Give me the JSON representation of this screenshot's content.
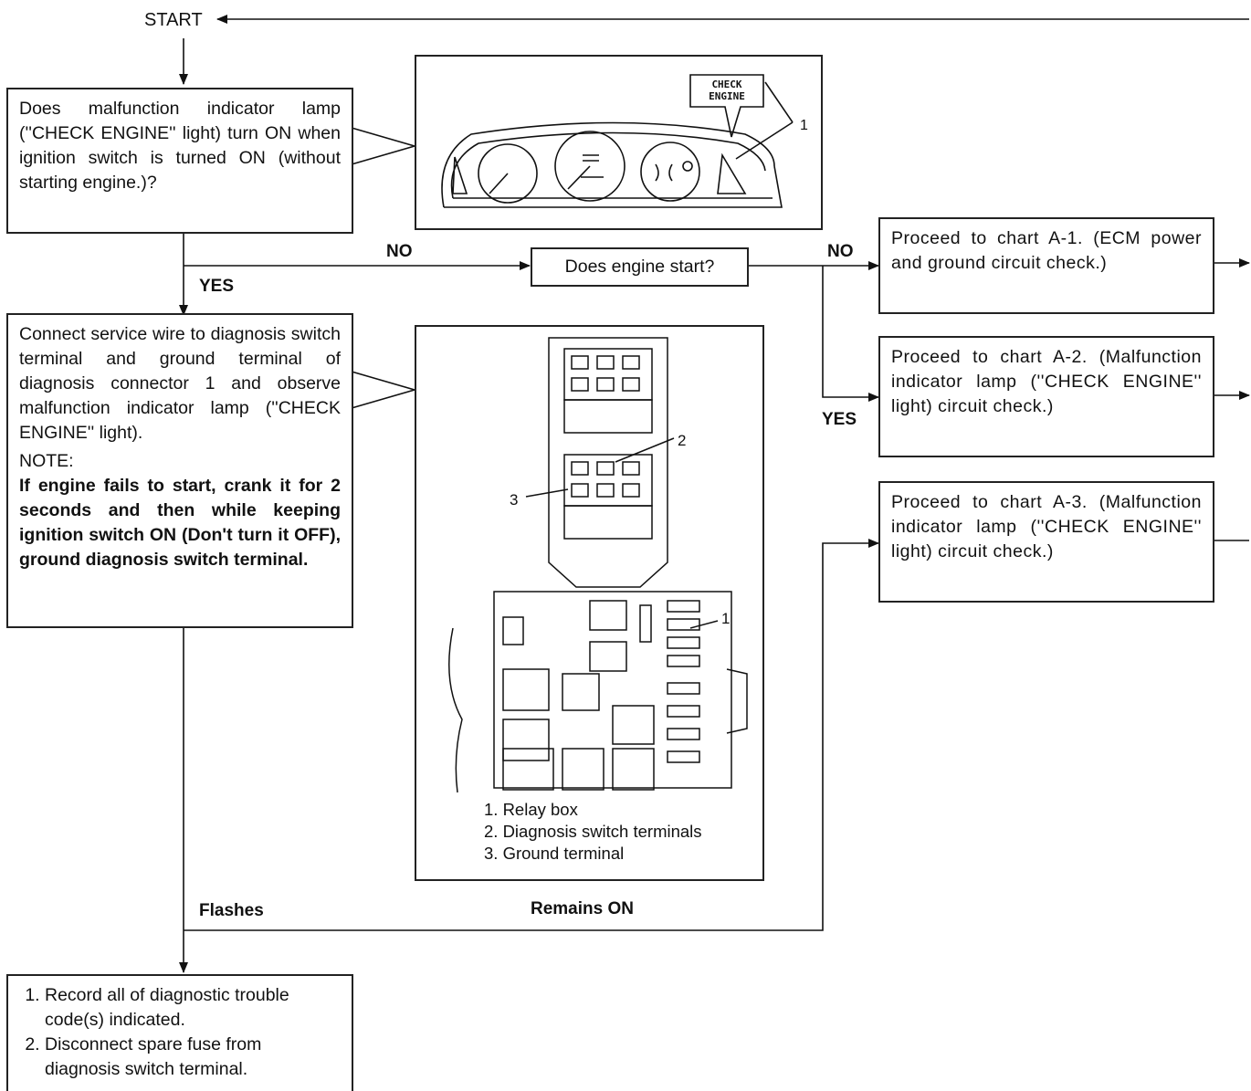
{
  "start_label": "START",
  "q1_text": "Does malfunction indicator lamp (''CHECK ENGINE'' light) turn ON when ignition switch is turned ON (without starting engine.)?",
  "q2_text": "Does engine start?",
  "step_connect": "Connect service wire to diagnosis switch terminal and ground terminal of diagnosis connector 1 and observe malfunction indicator lamp (''CHECK ENGINE'' light).",
  "note_title": "NOTE:",
  "note_text": "If engine fails to start, crank it for 2 seconds and then while keeping ignition switch ON (Don't turn it OFF), ground diagnosis switch terminal.",
  "branch_no_1": "NO",
  "branch_no_2": "NO",
  "branch_yes_1": "YES",
  "branch_yes_2": "YES",
  "branch_flashes": "Flashes",
  "branch_remains_on": "Remains ON",
  "chart_a1": "Proceed to chart A-1. (ECM power and ground circuit check.)",
  "chart_a2": "Proceed to chart A-2. (Malfunction indicator lamp (''CHECK ENGINE'' light) circuit check.)",
  "chart_a3": "Proceed to chart A-3. (Malfunction indicator lamp (''CHECK ENGINE'' light) circuit check.)",
  "final_steps": [
    "Record all of diagnostic trouble code(s) indicated.",
    "Disconnect spare fuse from diagnosis switch terminal."
  ],
  "cluster_label_line1": "CHECK",
  "cluster_label_line2": "ENGINE",
  "cluster_callout": "1",
  "relay_callouts": [
    "1",
    "2",
    "3"
  ],
  "relay_legend": [
    "1. Relay box",
    "2. Diagnosis switch terminals",
    "3. Ground terminal"
  ]
}
